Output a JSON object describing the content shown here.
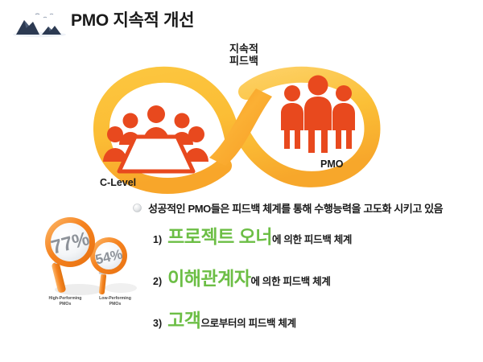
{
  "header": {
    "title": "PMO 지속적 개선",
    "logo_icon": "mountain-island-logo"
  },
  "diagram": {
    "loop_caption": "지속적\n피드백",
    "left_label": "C-Level",
    "right_label": "PMO",
    "left_icon": "conference-table-people-icon",
    "right_icon": "three-people-icon",
    "loop_icon": "infinity-loop-icon",
    "colors": {
      "people": "#e8491e",
      "ribbon_dark": "#f7941d",
      "ribbon_light": "#fcc238"
    }
  },
  "stats": {
    "items": [
      {
        "value": "77%",
        "caption": "High-Performing\nPMOs",
        "icon": "magnifier-icon"
      },
      {
        "value": "54%",
        "caption": "Low-Performing\nPMOs",
        "icon": "magnifier-icon"
      }
    ]
  },
  "content": {
    "bullet_icon": "sphere-bullet-icon",
    "bullet_text": "성공적인 PMO들은 피드백 체계를 통해 수행능력을 고도화 시키고 있음",
    "highlight_color": "#6cbe45",
    "items": [
      {
        "marker": "1)",
        "highlight": "프로젝트 오너",
        "tail": "에 의한 피드백 체계"
      },
      {
        "marker": "2)",
        "highlight": "이해관계자",
        "tail": "에 의한 피드백 체계"
      },
      {
        "marker": "3)",
        "highlight": "고객",
        "tail": "으로부터의 피드백 체계"
      }
    ]
  }
}
